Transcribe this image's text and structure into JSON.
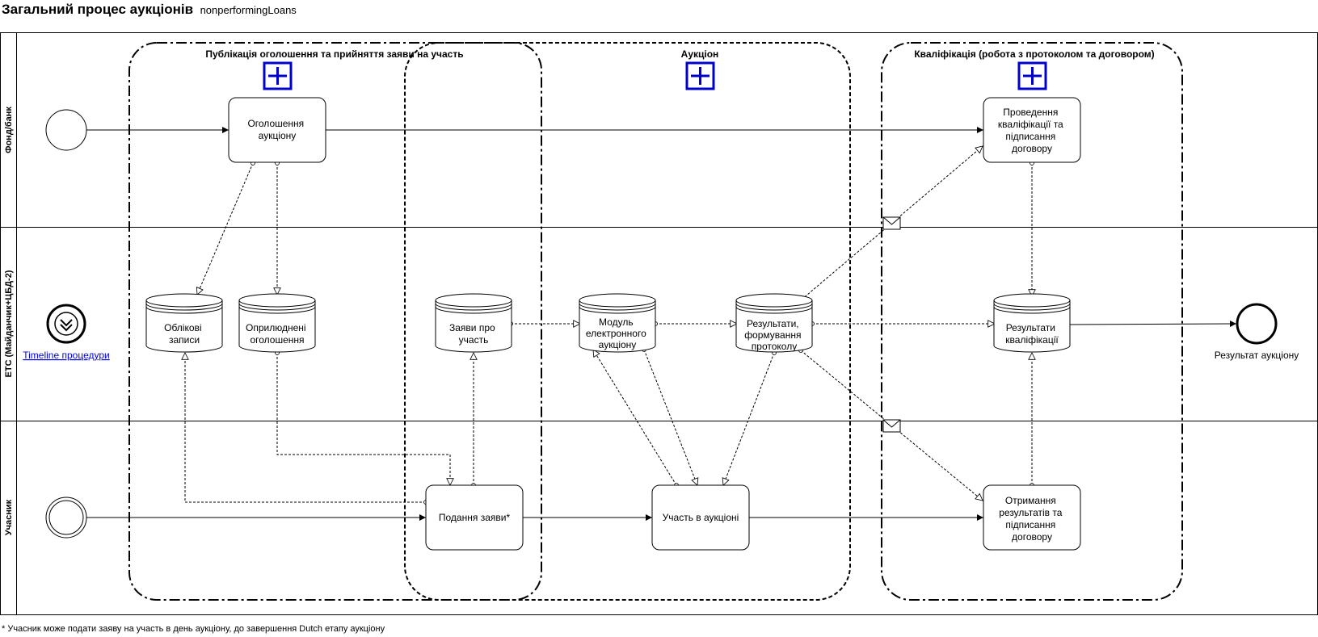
{
  "header": {
    "title": "Загальний процес аукціонів",
    "subtitle": "nonperformingLoans"
  },
  "lanes": [
    {
      "label": "Фонд/банк"
    },
    {
      "label": "ЕТС (Майданчик+ЦБД-2)"
    },
    {
      "label": "Учасник"
    }
  ],
  "groups": {
    "publication": "Публікація оголошення та прийняття заяви на участь",
    "auction": "Аукціон",
    "qualification": "Кваліфікація (робота з протоколом та договором)"
  },
  "tasks": {
    "announce": [
      "Оголошення",
      "аукціону"
    ],
    "qualification": [
      "Проведення",
      "кваліфікації та",
      "підписання",
      "договору"
    ],
    "apply": [
      "Подання заяви*"
    ],
    "participate": [
      "Участь в аукціоні"
    ],
    "receive": [
      "Отримання",
      "результатів та",
      "підписання",
      "договору"
    ]
  },
  "datastores": {
    "records": [
      "Облікові",
      "записи"
    ],
    "published": [
      "Оприлюднені",
      "оголошення"
    ],
    "applications": [
      "Заяви про",
      "участь"
    ],
    "module": [
      "Модуль",
      "електронного",
      "аукціону"
    ],
    "results": [
      "Результати,",
      "формування",
      "протоколу"
    ],
    "qualification_results": [
      "Результати",
      "кваліфікації"
    ]
  },
  "timeline_link": "Timeline процедури",
  "end_event_label": "Результат аукціону",
  "footnote": "* Учасник може подати заяву на участь в день аукціону, до завершення Dutch етапу аукціону",
  "colors": {
    "subprocess_marker": "#0000cc",
    "link": "#0000ee",
    "line": "#000000"
  }
}
